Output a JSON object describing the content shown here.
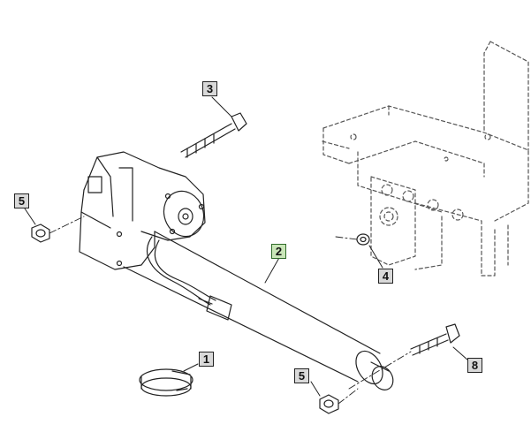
{
  "callouts": {
    "c1": "1",
    "c2": "2",
    "c3": "3",
    "c4": "4",
    "c5a": "5",
    "c5b": "5",
    "c8": "8"
  },
  "highlight_color": "#c9e6b8"
}
